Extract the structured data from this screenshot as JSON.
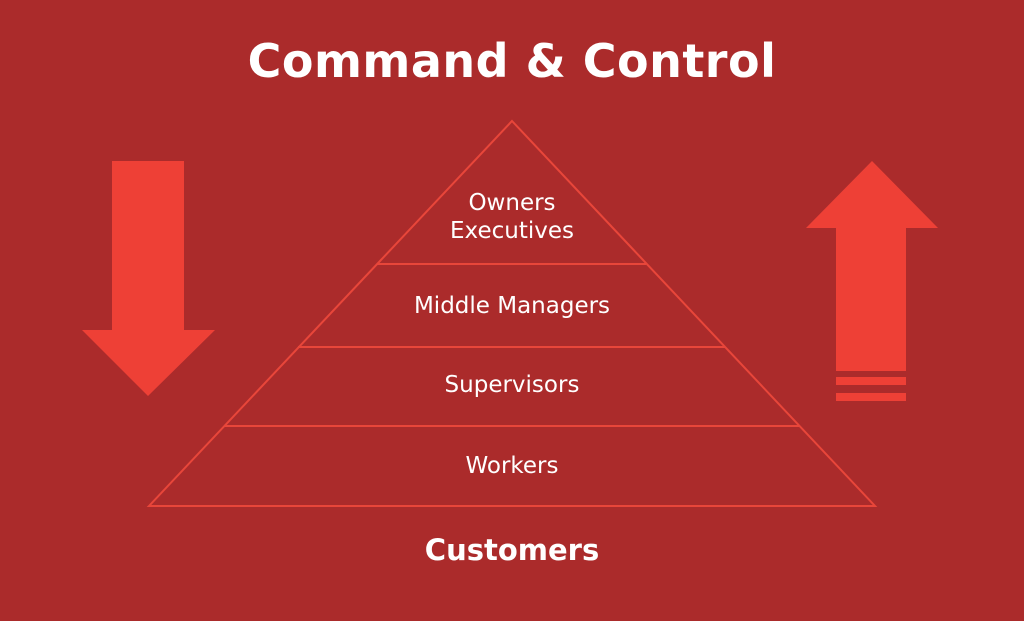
{
  "title": "Command & Control",
  "pyramid": {
    "tiers": [
      {
        "lines": [
          "Owners",
          "Executives"
        ]
      },
      {
        "lines": [
          "Middle Managers"
        ]
      },
      {
        "lines": [
          "Supervisors"
        ]
      },
      {
        "lines": [
          "Workers"
        ]
      }
    ]
  },
  "footer": "Customers",
  "colors": {
    "background": "#ab2b2b",
    "accent": "#ee4036",
    "outline": "#e8463a",
    "text": "#ffffff"
  },
  "icons": {
    "left": "arrow-down-icon",
    "right": "arrow-up-icon"
  }
}
